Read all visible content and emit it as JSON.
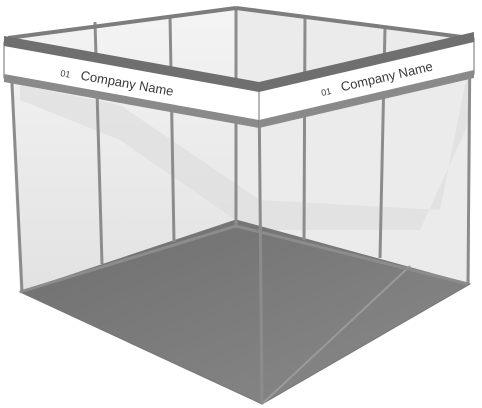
{
  "booth": {
    "left_fascia": {
      "number": "01",
      "company_name": "Company Name"
    },
    "right_fascia": {
      "number": "01",
      "company_name": "Company Name"
    }
  },
  "colors": {
    "frame": "#8c8c8c",
    "frame_dark": "#6f6f6f",
    "floor": "#7a7a7a",
    "panel": "#eeeeee",
    "fascia": "#ffffff",
    "text": "#3a3a3a"
  }
}
